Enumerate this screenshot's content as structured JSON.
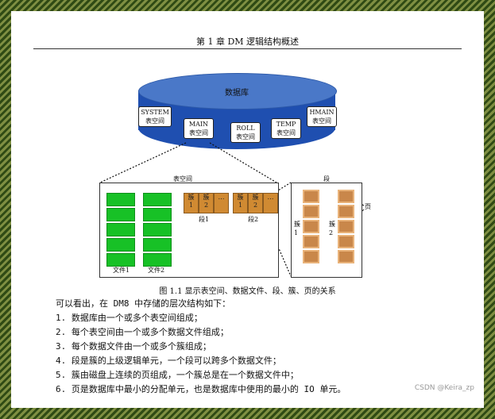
{
  "header": {
    "title": "第 1 章  DM 逻辑结构概述"
  },
  "diagram": {
    "database_label": "数据库",
    "tablespaces": [
      {
        "line1": "SYSTEM",
        "line2": "表空间"
      },
      {
        "line1": "MAIN",
        "line2": "表空间"
      },
      {
        "line1": "ROLL",
        "line2": "表空间"
      },
      {
        "line1": "TEMP",
        "line2": "表空间"
      },
      {
        "line1": "HMAIN",
        "line2": "表空间"
      }
    ],
    "tablespace_box_label": "表空间",
    "segment_box_label": "段",
    "file1_label": "文件1",
    "file2_label": "文件2",
    "seg1_label": "段1",
    "seg2_label": "段2",
    "cluster_short": "簇",
    "cluster1_num": "1",
    "cluster2_num": "2",
    "ellipsis": "…",
    "cluster1_label": "簇\n1",
    "cluster2_label": "簇\n2",
    "page_label": "页"
  },
  "figure_caption": "图 1.1 显示表空间、数据文件、段、簇、页的关系",
  "body": {
    "intro": "可以看出，在 DM8 中存储的层次结构如下：",
    "items": [
      "1.  数据库由一个或多个表空间组成；",
      "2.  每个表空间由一个或多个数据文件组成；",
      "3.  每个数据文件由一个或多个簇组成；",
      "4.  段是簇的上级逻辑单元，一个段可以跨多个数据文件；",
      "5.  簇由磁盘上连续的页组成，一个簇总是在一个数据文件中；",
      "6.  页是数据库中最小的分配单元，也是数据库中使用的最小的 IO 单元。"
    ]
  },
  "watermark": "CSDN @Keira_zp",
  "colors": {
    "db_blue": "#1f4fb0",
    "file_green": "#17c126",
    "segment_orange": "#d08a32",
    "frame_green": "#4f6a22"
  }
}
